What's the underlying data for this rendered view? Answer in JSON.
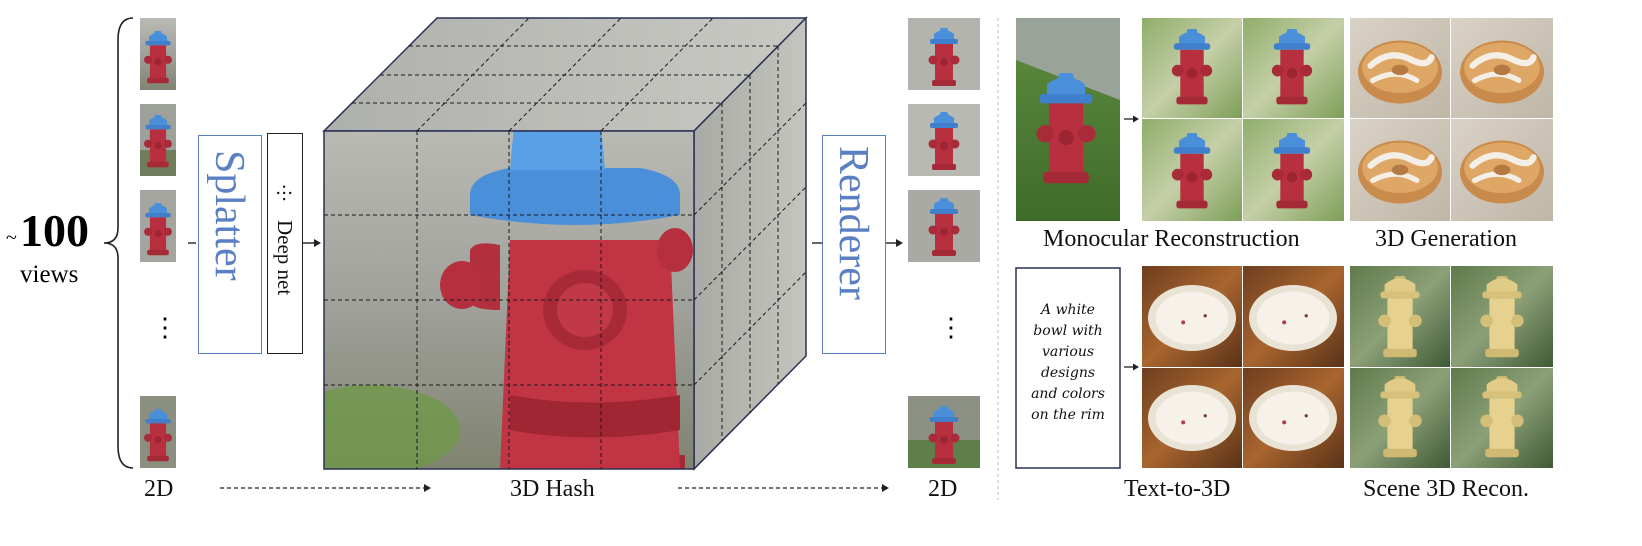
{
  "views_count": {
    "prefix": "~",
    "number": "100",
    "unit": "views"
  },
  "pipeline": {
    "label_2d_left": "2D",
    "splatter": "Splatter",
    "deep_net_icon": "⸭",
    "deep_net": "Deep net",
    "label_hash": "3D Hash",
    "renderer": "Renderer",
    "label_2d_right": "2D",
    "ellipsis": "⋮"
  },
  "applications": {
    "monocular": "Monocular Reconstruction",
    "generation": "3D Generation",
    "text_to_3d": "Text-to-3D",
    "scene": "Scene 3D Recon.",
    "prompt_lines": [
      "A white",
      "bowl with",
      "various",
      "designs",
      "and colors",
      "on the rim"
    ]
  },
  "colors": {
    "accent_blue": "#5b7fc3",
    "hydrant_red": "#b8303f",
    "hydrant_cap": "#4a8fd9"
  }
}
